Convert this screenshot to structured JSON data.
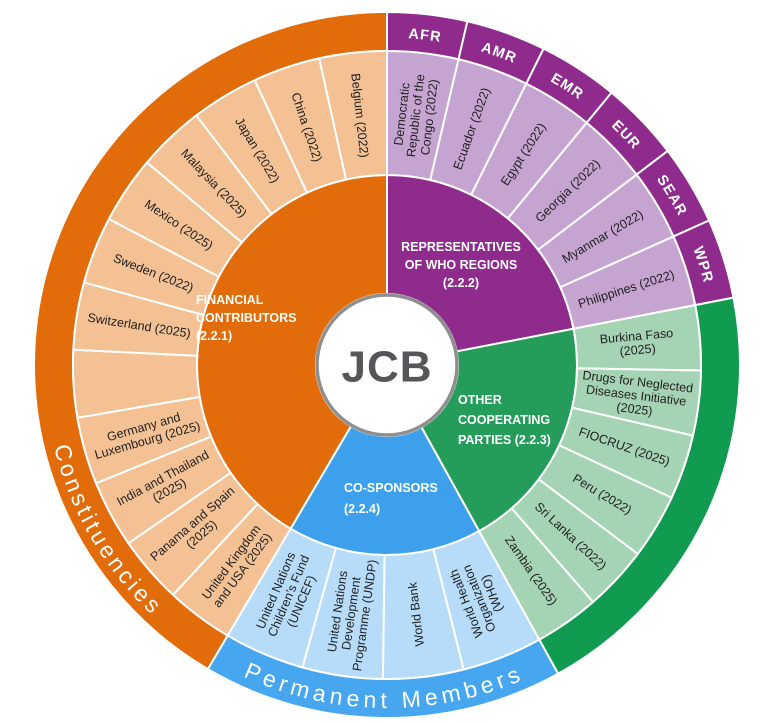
{
  "chart_data": {
    "type": "sunburst",
    "center": "JCB",
    "arc_labels": {
      "left": "Constituencies",
      "bottom": "Permanent Members"
    },
    "colors": {
      "financial": {
        "wedge": "#E26B0A",
        "segment": "#F4C195",
        "band": "#E26B0A"
      },
      "regions": {
        "wedge": "#8E2B8D",
        "segment": "#C6A4D2",
        "band": "#8E2B8D"
      },
      "cooperating": {
        "wedge": "#249D5A",
        "segment": "#A5D4B4",
        "band": "#119B51"
      },
      "cosponsors": {
        "wedge": "#3DA0ED",
        "segment": "#B7DCFA",
        "band": "#46A6EF"
      },
      "center_text": "#55565A",
      "segment_text": "#1F1F1F",
      "title_text": "#FFFFFF",
      "center_ring": "#8F8F8F"
    },
    "sections": [
      {
        "id": "regions",
        "title": "REPRESENTATIVES OF WHO REGIONS (2.2.2)",
        "title_lines": [
          "REPRESENTATIVES",
          "OF WHO REGIONS",
          "(2.2.2)"
        ],
        "segments": [
          {
            "label": "Democratic Republic of the Congo (2022)",
            "lines": [
              "Democratic",
              "Republic of the",
              "Congo (2022)"
            ],
            "region": "AFR"
          },
          {
            "label": "Ecuador (2022)",
            "lines": [
              "Ecuador (2022)"
            ],
            "region": "AMR"
          },
          {
            "label": "Egypt (2022)",
            "lines": [
              "Egypt (2022)"
            ],
            "region": "EMR"
          },
          {
            "label": "Georgia (2022)",
            "lines": [
              "Georgia (2022)"
            ],
            "region": "EUR"
          },
          {
            "label": "Myanmar (2022)",
            "lines": [
              "Myanmar (2022)"
            ],
            "region": "SEAR"
          },
          {
            "label": "Philippines (2022)",
            "lines": [
              "Philippines (2022)"
            ],
            "region": "WPR"
          }
        ]
      },
      {
        "id": "cooperating",
        "title": "OTHER COOPERATING PARTIES (2.2.3)",
        "title_lines": [
          "OTHER",
          "COOPERATING",
          "PARTIES  (2.2.3)"
        ],
        "segments": [
          {
            "label": "Burkina Faso (2025)",
            "lines": [
              "Burkina Faso",
              "(2025)"
            ]
          },
          {
            "label": "Drugs for Neglected Diseases Initiative (2025)",
            "lines": [
              "Drugs for Neglected",
              "Diseases Initiative",
              "(2025)"
            ]
          },
          {
            "label": "FIOCRUZ (2025)",
            "lines": [
              "FIOCRUZ (2025)"
            ]
          },
          {
            "label": "Peru (2022)",
            "lines": [
              "Peru (2022)"
            ]
          },
          {
            "label": "Sri Lanka (2022)",
            "lines": [
              "Sri Lanka (2022)"
            ]
          },
          {
            "label": "Zambia (2025)",
            "lines": [
              "Zambia (2025)"
            ]
          }
        ]
      },
      {
        "id": "cosponsors",
        "title": "CO-SPONSORS (2.2.4)",
        "title_lines": [
          "CO-SPONSORS",
          "(2.2.4)"
        ],
        "segments": [
          {
            "label": "World Health Organization (WHO)",
            "lines": [
              "World Health",
              "Organization",
              "(WHO)"
            ]
          },
          {
            "label": "World Bank",
            "lines": [
              "World Bank"
            ]
          },
          {
            "label": "United Nations Development Programme (UNDP)",
            "lines": [
              "United Nations",
              "Development",
              "Programme (UNDP)"
            ]
          },
          {
            "label": "United Nations Children's Fund (UNICEF)",
            "lines": [
              "United Nations",
              "Children's Fund",
              "(UNICEF)"
            ]
          }
        ]
      },
      {
        "id": "financial",
        "title": "FINANCIAL CONTRIBUTORS (2.2.1)",
        "title_lines": [
          "FINANCIAL",
          "CONTRIBUTORS",
          "(2.2.1)"
        ],
        "segments": [
          {
            "label": "United Kingdom and USA (2025)",
            "lines": [
              "United Kingdom",
              "and USA (2025)"
            ]
          },
          {
            "label": "Panama and Spain (2025)",
            "lines": [
              "Panama and Spain",
              "(2025)"
            ]
          },
          {
            "label": "India and Thailand (2025)",
            "lines": [
              "India and Thailand",
              "(2025)"
            ]
          },
          {
            "label": "Germany and Luxembourg (2025)",
            "lines": [
              "Germany and",
              "Luxembourg (2025)"
            ]
          },
          {
            "label": "",
            "lines": []
          },
          {
            "label": "Switzerland (2025)",
            "lines": [
              "Switzerland (2025)"
            ]
          },
          {
            "label": "Sweden (2022)",
            "lines": [
              "Sweden (2022)"
            ]
          },
          {
            "label": "Mexico (2025)",
            "lines": [
              "Mexico (2025)"
            ]
          },
          {
            "label": "Malaysia (2025)",
            "lines": [
              "Malaysia (2025)"
            ]
          },
          {
            "label": "Japan (2022)",
            "lines": [
              "Japan (2022)"
            ]
          },
          {
            "label": "China (2022)",
            "lines": [
              "China (2022)"
            ]
          },
          {
            "label": "Belgium (2022)",
            "lines": [
              "Belgium (2022)"
            ]
          }
        ]
      }
    ]
  }
}
